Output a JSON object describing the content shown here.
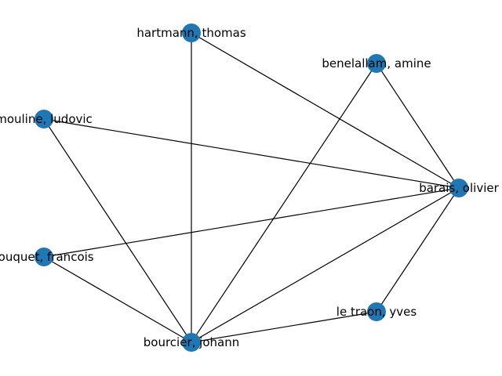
{
  "graph": {
    "node_color": "#1f77b4",
    "edge_color": "#000000",
    "nodes": [
      {
        "id": "hartmann",
        "label": "hartmann, thomas"
      },
      {
        "id": "benelallam",
        "label": "benelallam, amine"
      },
      {
        "id": "mouline",
        "label": "mouline, ludovic"
      },
      {
        "id": "barais",
        "label": "barais, olivier"
      },
      {
        "id": "fouquet",
        "label": "fouquet, francois"
      },
      {
        "id": "letraon",
        "label": "le traon, yves"
      },
      {
        "id": "bourcier",
        "label": "bourcier, johann"
      }
    ],
    "edges": [
      [
        "hartmann",
        "barais"
      ],
      [
        "hartmann",
        "bourcier"
      ],
      [
        "benelallam",
        "barais"
      ],
      [
        "benelallam",
        "bourcier"
      ],
      [
        "mouline",
        "barais"
      ],
      [
        "mouline",
        "bourcier"
      ],
      [
        "fouquet",
        "barais"
      ],
      [
        "fouquet",
        "bourcier"
      ],
      [
        "barais",
        "bourcier"
      ],
      [
        "barais",
        "letraon"
      ],
      [
        "letraon",
        "bourcier"
      ]
    ]
  }
}
